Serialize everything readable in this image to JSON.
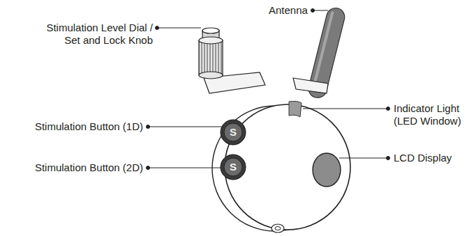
{
  "diagram": {
    "labels": [
      "Antenna",
      "Stimulation Level Dial / Set and Lock Knob",
      "Stimulation Button (1D)",
      "Stimulation Button (2D)",
      "Indicator Light (LED Window)",
      "LCD Display",
      "S",
      "S"
    ]
  }
}
